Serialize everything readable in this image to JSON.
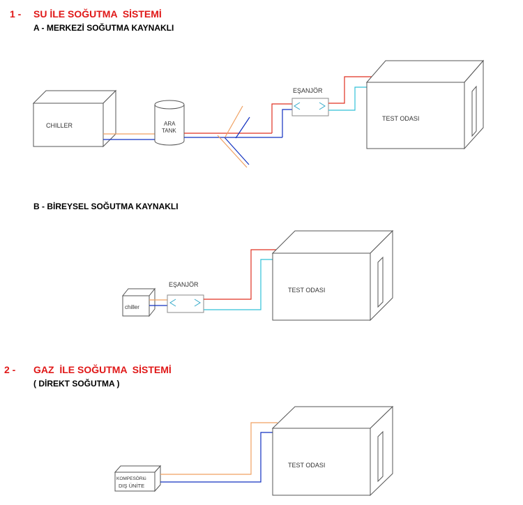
{
  "sections": {
    "s1": {
      "number": "1 -",
      "title": "SU İLE SOĞUTMA  SİSTEMİ"
    },
    "s1a": {
      "title": "A - MERKEZİ SOĞUTMA KAYNAKLI"
    },
    "s1b": {
      "title": "B - BİREYSEL SOĞUTMA KAYNAKLI"
    },
    "s2": {
      "number": "2 -",
      "title": "GAZ  İLE SOĞUTMA  SİSTEMİ",
      "subtitle": "( DİREKT SOĞUTMA )"
    }
  },
  "labels": {
    "chiller_a": "CHILLER",
    "ara_tank_line1": "ARA",
    "ara_tank_line2": "TANK",
    "esanjor_a": "EŞANJÖR",
    "test_odasi_a": "TEST ODASI",
    "chiller_b": "chiller",
    "esanjor_b": "EŞANJÖR",
    "test_odasi_b": "TEST ODASI",
    "kompresor_line1": "KOMPESÖRlü",
    "kompresor_line2": "DIŞ ÜNİTE",
    "test_odasi_c": "TEST ODASI"
  },
  "colors": {
    "hot_pipe": "#e03020",
    "hot_pipe_light": "#f0a060",
    "cold_pipe": "#1030c0",
    "cold_pipe_light": "#30c0d8",
    "heading_red": "#e01818"
  }
}
